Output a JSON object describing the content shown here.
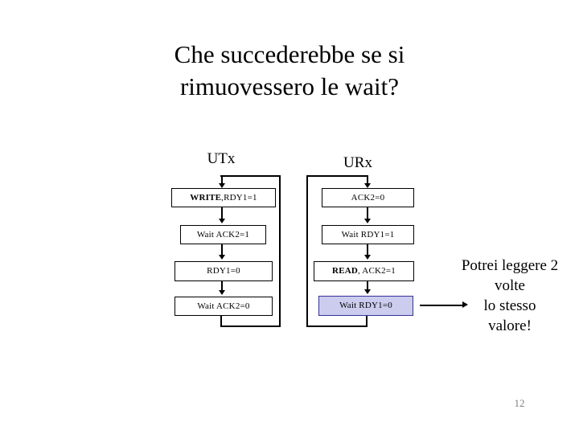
{
  "slide": {
    "title_line1": "Che succederebbe se si",
    "title_line2": "rimuovessero le wait?",
    "page_number": "12"
  },
  "diagram": {
    "colors": {
      "highlight_fill": "#ccccee",
      "highlight_border": "#333399",
      "box_border": "#000000",
      "line": "#000000"
    },
    "columns": [
      {
        "id": "utx",
        "header": "UTx",
        "loop_side": "right",
        "steps": [
          {
            "label": "WRITE,RDY1=1",
            "bold_prefix": "WRITE",
            "rest": ",RDY1=1",
            "highlighted": false
          },
          {
            "label": "Wait ACK2=1",
            "bold_prefix": "",
            "rest": "Wait ACK2=1",
            "highlighted": false
          },
          {
            "label": "RDY1=0",
            "bold_prefix": "",
            "rest": "RDY1=0",
            "highlighted": false
          },
          {
            "label": "Wait ACK2=0",
            "bold_prefix": "",
            "rest": "Wait ACK2=0",
            "highlighted": false
          }
        ]
      },
      {
        "id": "urx",
        "header": "URx",
        "loop_side": "left",
        "steps": [
          {
            "label": "ACK2=0",
            "bold_prefix": "",
            "rest": "ACK2=0",
            "highlighted": false
          },
          {
            "label": "Wait RDY1=1",
            "bold_prefix": "",
            "rest": "Wait RDY1=1",
            "highlighted": false
          },
          {
            "label": "READ, ACK2=1",
            "bold_prefix": "READ",
            "rest": ", ACK2=1",
            "highlighted": false
          },
          {
            "label": "Wait RDY1=0",
            "bold_prefix": "",
            "rest": "Wait RDY1=0",
            "highlighted": true
          }
        ]
      }
    ]
  },
  "annotation": {
    "line1": "Potrei leggere 2",
    "line2": "volte",
    "line3": "lo stesso",
    "line4": "valore!"
  }
}
